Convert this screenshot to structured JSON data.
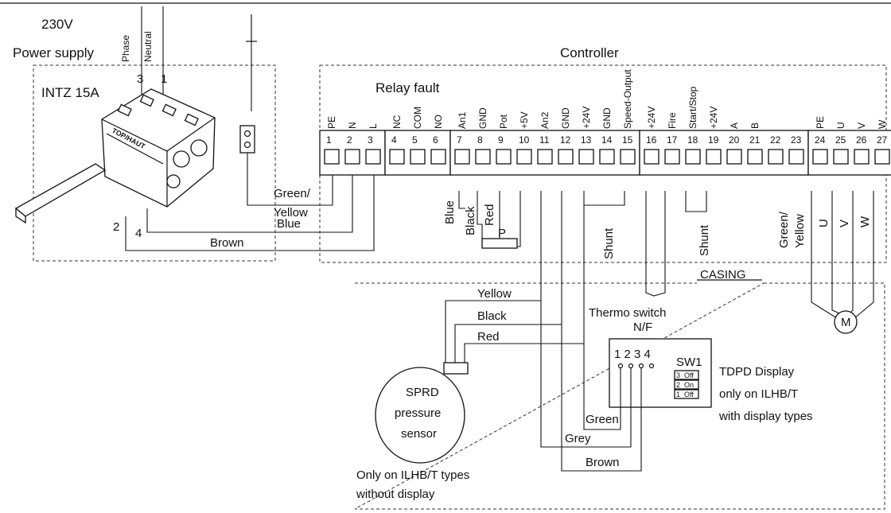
{
  "supply": {
    "voltage": "230V",
    "label": "Power supply",
    "phase": "Phase",
    "neutral": "Neutral",
    "n3": "3",
    "n1": "1",
    "n2": "2",
    "n4": "4"
  },
  "isolator": {
    "title": "INTZ 15A",
    "brand": "TOP/HAUT"
  },
  "controller": {
    "title": "Controller",
    "relay_fault": "Relay fault",
    "casing": "CASING",
    "terminals": [
      {
        "num": "1",
        "label": "PE"
      },
      {
        "num": "2",
        "label": "N"
      },
      {
        "num": "3",
        "label": "L"
      },
      {
        "num": "4",
        "label": "NC"
      },
      {
        "num": "5",
        "label": "COM"
      },
      {
        "num": "6",
        "label": "NO"
      },
      {
        "num": "7",
        "label": "An1"
      },
      {
        "num": "8",
        "label": "GND"
      },
      {
        "num": "9",
        "label": "Pot"
      },
      {
        "num": "10",
        "label": "+5V"
      },
      {
        "num": "11",
        "label": "An2"
      },
      {
        "num": "12",
        "label": "GND"
      },
      {
        "num": "13",
        "label": "+24V"
      },
      {
        "num": "14",
        "label": "GND"
      },
      {
        "num": "15",
        "label": "Speed-Output"
      },
      {
        "num": "16",
        "label": "+24V"
      },
      {
        "num": "17",
        "label": "Fire"
      },
      {
        "num": "18",
        "label": "Start/Stop"
      },
      {
        "num": "19",
        "label": "+24V"
      },
      {
        "num": "20",
        "label": "A"
      },
      {
        "num": "21",
        "label": "B"
      },
      {
        "num": "22",
        "label": ""
      },
      {
        "num": "23",
        "label": ""
      },
      {
        "num": "24",
        "label": "PE"
      },
      {
        "num": "25",
        "label": "U"
      },
      {
        "num": "26",
        "label": "V"
      },
      {
        "num": "27",
        "label": "W"
      }
    ]
  },
  "wires": {
    "green_yellow_1": "Green/",
    "green_yellow_2": "Yellow",
    "blue": "Blue",
    "brown": "Brown",
    "blue_v": "Blue",
    "black_v": "Black",
    "red_v": "Red",
    "pot_p": "P",
    "shunt1": "Shunt",
    "shunt2": "Shunt",
    "gy_right_1": "Green/",
    "gy_right_2": "Yellow",
    "u": "U",
    "v": "V",
    "w": "W"
  },
  "sensor_wires": {
    "yellow": "Yellow",
    "black": "Black",
    "red": "Red",
    "green": "Green",
    "grey": "Grey",
    "brown": "Brown"
  },
  "thermo": {
    "line1": "Thermo switch",
    "line2": "N/F"
  },
  "motor": {
    "label": "M"
  },
  "sprd": {
    "line1": "SPRD",
    "line2": "pressure",
    "line3": "sensor",
    "note1": "Only on ILHB/T types",
    "note2": "without display"
  },
  "tdpd": {
    "pins": "1 2 3 4",
    "sw": "SW1",
    "sw_rows": [
      {
        "n": "3",
        "state": "Off"
      },
      {
        "n": "2",
        "state": "On"
      },
      {
        "n": "1",
        "state": "Off"
      }
    ],
    "line1": "TDPD Display",
    "line2": "only on ILHB/T",
    "line3": "with display types"
  }
}
